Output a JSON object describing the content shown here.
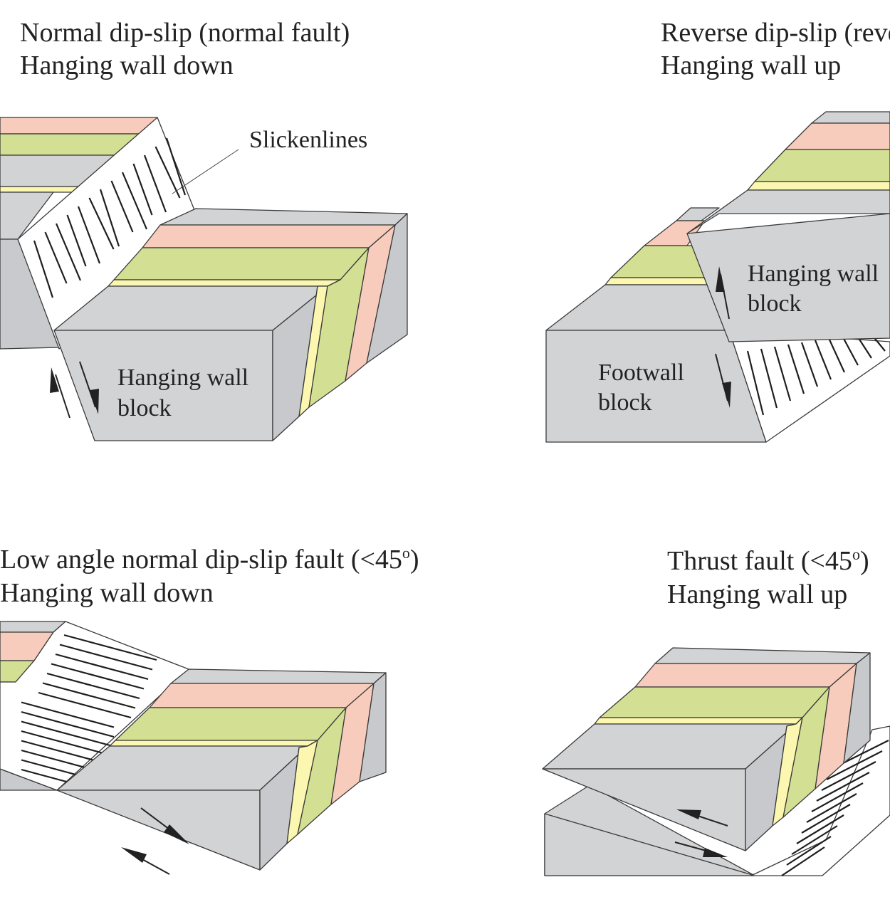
{
  "colors": {
    "block_grey": "#d2d3d5",
    "block_grey_side": "#c8c9cc",
    "pink_layer": "#f7ccbc",
    "green_layer": "#d3df93",
    "yellow_layer": "#fbf6b0",
    "fault_plane": "#ffffff",
    "outline": "#3a3a3a",
    "slickenline": "#1e1e1e"
  },
  "panels": {
    "normal": {
      "title_line1": "Normal dip-slip (normal fault)",
      "title_line2": "Hanging wall down",
      "callout": "Slickenlines",
      "hanging_wall_line1": "Hanging wall",
      "hanging_wall_line2": "block"
    },
    "reverse": {
      "title_line1": "Reverse dip-slip (reverse fault)",
      "title_line2": "Hanging wall up",
      "hanging_wall_line1": "Hanging wall",
      "hanging_wall_line2": "block",
      "footwall_line1": "Footwall",
      "footwall_line2": "block"
    },
    "low_angle": {
      "title_line1": "Low angle normal dip-slip fault (<45",
      "title_degree": "o",
      "title_close": ")",
      "title_line2": "Hanging wall down"
    },
    "thrust": {
      "title_line1": "Thrust fault (<45",
      "title_degree": "o",
      "title_close": ")",
      "title_line2": "Hanging wall up"
    }
  }
}
